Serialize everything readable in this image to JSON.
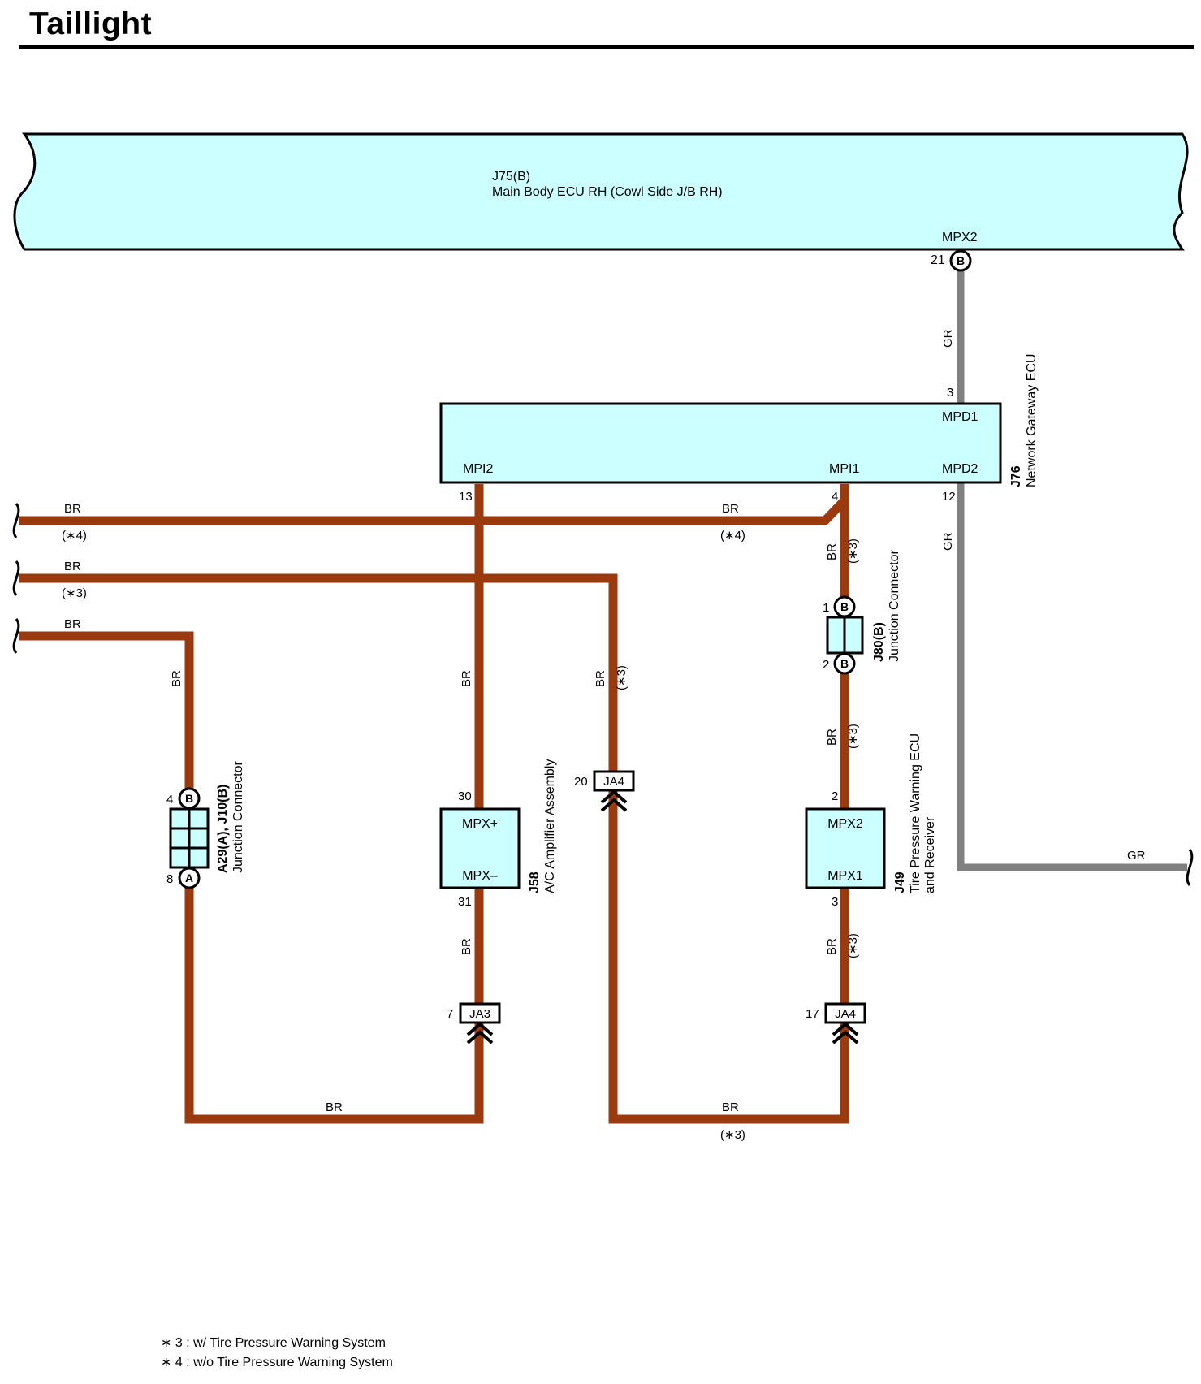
{
  "title": "Taillight",
  "components": {
    "main_body_ecu": {
      "code": "J75(B)",
      "name": "Main Body ECU RH (Cowl Side J/B RH)",
      "pin_name": "MPX2",
      "pin": "21",
      "connector": "B"
    },
    "gateway_ecu": {
      "code": "J76",
      "name": "Network Gateway ECU",
      "pins": {
        "mpd1_name": "MPD1",
        "mpd1": "3",
        "mpd2_name": "MPD2",
        "mpd2": "12",
        "mpi1_name": "MPI1",
        "mpi1": "4",
        "mpi2_name": "MPI2",
        "mpi2": "13"
      }
    },
    "junction_j80": {
      "code": "J80(B)",
      "name": "Junction Connector",
      "pin1": "1",
      "pin2": "2",
      "connector": "B"
    },
    "junction_a29": {
      "code": "A29(A), J10(B)",
      "name": "Junction Connector",
      "pin_top": "4",
      "pin_bottom": "8",
      "connector_top": "B",
      "connector_bottom": "A"
    },
    "ac_amp": {
      "code": "J58",
      "name": "A/C Amplifier Assembly",
      "pin_top_name": "MPX+",
      "pin_top": "30",
      "pin_bottom_name": "MPX–",
      "pin_bottom": "31"
    },
    "tpms_ecu": {
      "code": "J49",
      "name_line1": "Tire Pressure Warning ECU",
      "name_line2": "and Receiver",
      "pin_top_name": "MPX2",
      "pin_top": "2",
      "pin_bottom_name": "MPX1",
      "pin_bottom": "3"
    },
    "ja3": {
      "label": "JA3",
      "pin": "7"
    },
    "ja4_left": {
      "label": "JA4",
      "pin": "20"
    },
    "ja4_right": {
      "label": "JA4",
      "pin": "17"
    }
  },
  "wires": {
    "br": "BR",
    "gr": "GR",
    "note3": "(∗3)",
    "note4": "(∗4)"
  },
  "colors": {
    "br": "#9B3A0E",
    "gr": "#808080",
    "fill": "#CCFFFF"
  },
  "notes": [
    "∗ 3 : w/ Tire Pressure Warning System",
    "∗ 4 : w/o Tire Pressure Warning System"
  ]
}
